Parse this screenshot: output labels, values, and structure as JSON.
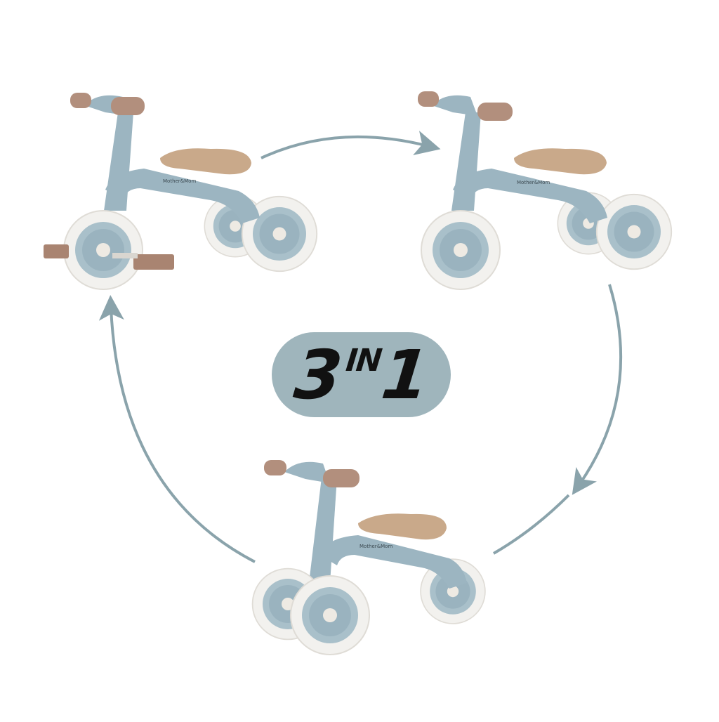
{
  "badge": {
    "number_left": "3",
    "middle": "IN",
    "number_right": "1",
    "background_color": "#9fb5bc"
  },
  "product": {
    "brand_label": "Mother&Mom",
    "colors": {
      "frame": "#9cb5c1",
      "frame_shadow": "#7f9aa6",
      "seat": "#c9a98a",
      "grip": "#b28f7d",
      "tire": "#f2f1ee",
      "hub": "#a9c0ca",
      "arrow": "#8aa3ab"
    },
    "modes": [
      "tricycle-with-pedals",
      "tricycle-balance",
      "balance-bike-front-wheels"
    ]
  }
}
